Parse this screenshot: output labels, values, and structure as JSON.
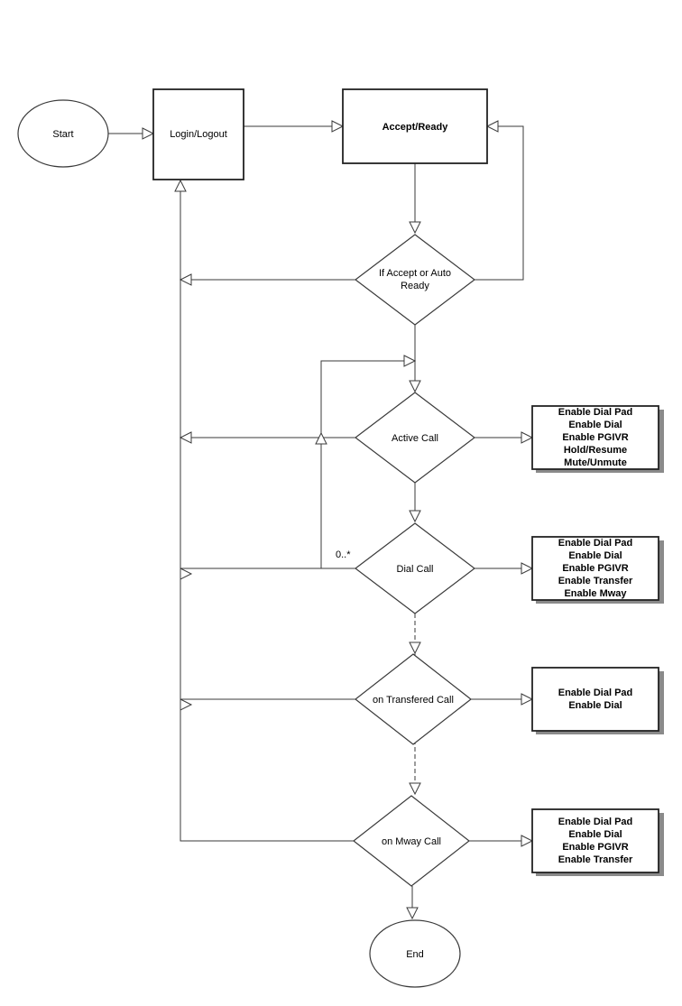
{
  "nodes": {
    "start": "Start",
    "login": "Login/Logout",
    "accept_ready": "Accept/Ready",
    "if_accept": [
      "If Accept or Auto",
      "Ready"
    ],
    "active_call": "Active Call",
    "dial_call": "Dial Call",
    "transfered_call": "on Transfered Call",
    "mway_call": "on Mway Call",
    "end": "End"
  },
  "annotations": {
    "multiplicity": "0..*"
  },
  "feature_boxes": {
    "active_call": [
      "Enable Dial Pad",
      "Enable Dial",
      "Enable PGIVR",
      "Hold/Resume",
      "Mute/Unmute"
    ],
    "dial_call": [
      "Enable Dial Pad",
      "Enable Dial",
      "Enable PGIVR",
      "Enable Transfer",
      "Enable Mway"
    ],
    "transfered_call": [
      "Enable Dial Pad",
      "Enable Dial"
    ],
    "mway_call": [
      "Enable Dial Pad",
      "Enable Dial",
      "Enable PGIVR",
      "Enable Transfer"
    ]
  }
}
